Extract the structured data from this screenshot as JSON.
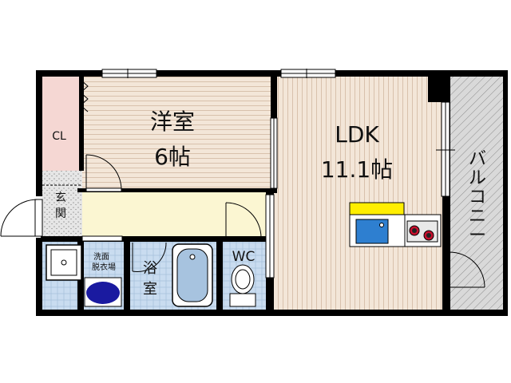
{
  "rooms": {
    "western": {
      "name": "洋室",
      "size": "6帖"
    },
    "ldk": {
      "name": "LDK",
      "size": "11.1帖"
    },
    "closet": "CL",
    "entrance": [
      "玄",
      "関"
    ],
    "washroom": [
      "洗面",
      "脱衣場"
    ],
    "bath": [
      "浴",
      "室"
    ],
    "wc": "WC",
    "balcony": [
      "バ",
      "ル",
      "コ",
      "ニ",
      "ー"
    ]
  },
  "colors": {
    "wood_floor": "#f3e6d8",
    "wood_line": "#d8c1ac",
    "hall_floor": "#fbf6d2",
    "closet_floor": "#f5d7d3",
    "balcony_floor": "#d9d9d9",
    "tile": "#c9dcf0",
    "wall": "#000000",
    "counter": "#ffee00",
    "sink": "#2e7fd0",
    "basin": "#1a1aa0",
    "tub": "#a7c3df"
  }
}
